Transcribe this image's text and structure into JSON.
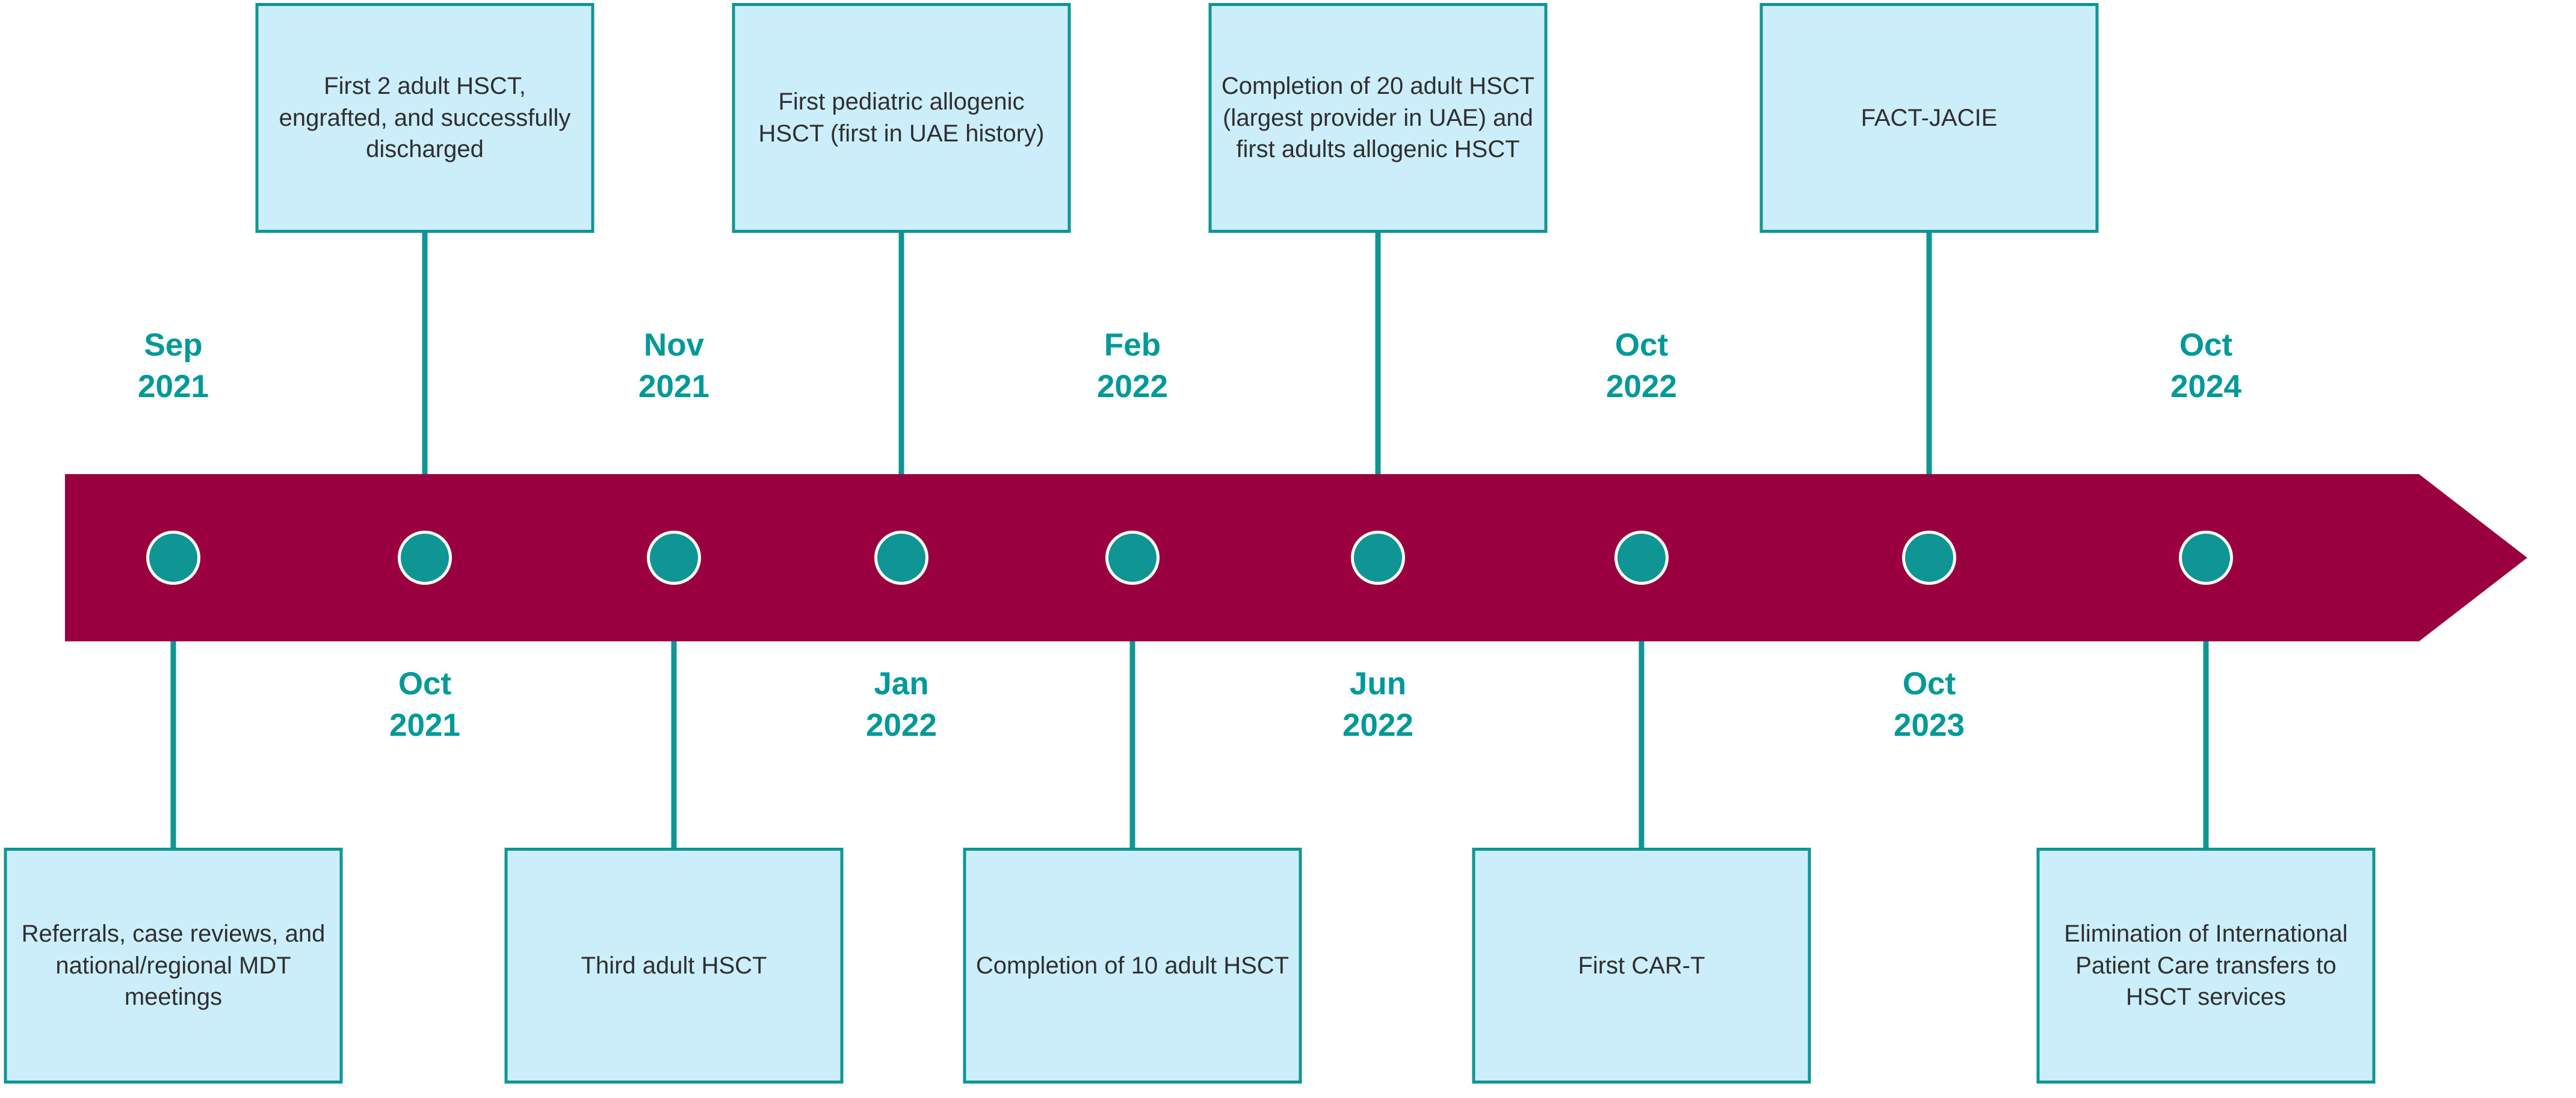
{
  "colors": {
    "bar": "#9A0040",
    "accent_teal": "#0E9594",
    "label_teal": "#009999",
    "box_fill": "#CCEEFA",
    "box_border": "#0E9594",
    "box_text": "#2F2F2F",
    "dot_fill": "#0E9594",
    "dot_border": "#FFFFFF",
    "background": "#FFFFFF"
  },
  "chart_data": {
    "type": "timeline",
    "title": "",
    "orientation": "horizontal",
    "arrow_direction": "right",
    "milestone_count": 9,
    "milestones": [
      {
        "index": 1,
        "month": "Sep",
        "year": "2021",
        "label_side": "above",
        "event": "Referrals, case reviews, and national/regional MDT meetings",
        "event_side": "below"
      },
      {
        "index": 2,
        "month": "Oct",
        "year": "2021",
        "label_side": "below",
        "event": "First 2 adult HSCT, engrafted, and successfully discharged",
        "event_side": "above"
      },
      {
        "index": 3,
        "month": "Nov",
        "year": "2021",
        "label_side": "above",
        "event": "Third adult HSCT",
        "event_side": "below"
      },
      {
        "index": 4,
        "month": "Jan",
        "year": "2022",
        "label_side": "below",
        "event": "First pediatric allogenic HSCT (first in UAE history)",
        "event_side": "above"
      },
      {
        "index": 5,
        "month": "Feb",
        "year": "2022",
        "label_side": "above",
        "event": "Completion of 10 adult HSCT",
        "event_side": "below"
      },
      {
        "index": 6,
        "month": "Jun",
        "year": "2022",
        "label_side": "below",
        "event": "Completion of 20 adult HSCT (largest provider in UAE) and first adults allogenic HSCT",
        "event_side": "above"
      },
      {
        "index": 7,
        "month": "Oct",
        "year": "2022",
        "label_side": "above",
        "event": "First CAR-T",
        "event_side": "below"
      },
      {
        "index": 8,
        "month": "Oct",
        "year": "2023",
        "label_side": "below",
        "event": "FACT-JACIE",
        "event_side": "above"
      },
      {
        "index": 9,
        "month": "Oct",
        "year": "2024",
        "label_side": "above",
        "event": "Elimination of International Patient Care transfers to HSCT services",
        "event_side": "below"
      }
    ]
  },
  "timeline": {
    "dates_above": [
      {
        "month": "Sep",
        "year": "2021"
      },
      {
        "month": "Nov",
        "year": "2021"
      },
      {
        "month": "Feb",
        "year": "2022"
      },
      {
        "month": "Oct",
        "year": "2022"
      },
      {
        "month": "Oct",
        "year": "2024"
      }
    ],
    "dates_below": [
      {
        "month": "Oct",
        "year": "2021"
      },
      {
        "month": "Jan",
        "year": "2022"
      },
      {
        "month": "Jun",
        "year": "2022"
      },
      {
        "month": "Oct",
        "year": "2023"
      }
    ],
    "boxes_above": [
      {
        "text": "First 2 adult HSCT, engrafted, and successfully discharged"
      },
      {
        "text": "First pediatric allogenic HSCT (first in UAE history)"
      },
      {
        "text": "Completion of 20 adult HSCT (largest provider in UAE) and first adults allogenic HSCT"
      },
      {
        "text": "FACT-JACIE"
      }
    ],
    "boxes_below": [
      {
        "text": "Referrals, case reviews, and national/regional MDT meetings"
      },
      {
        "text": "Third adult HSCT"
      },
      {
        "text": "Completion of 10 adult HSCT"
      },
      {
        "text": "First CAR-T"
      },
      {
        "text": "Elimination of International Patient Care transfers to HSCT services"
      }
    ]
  }
}
